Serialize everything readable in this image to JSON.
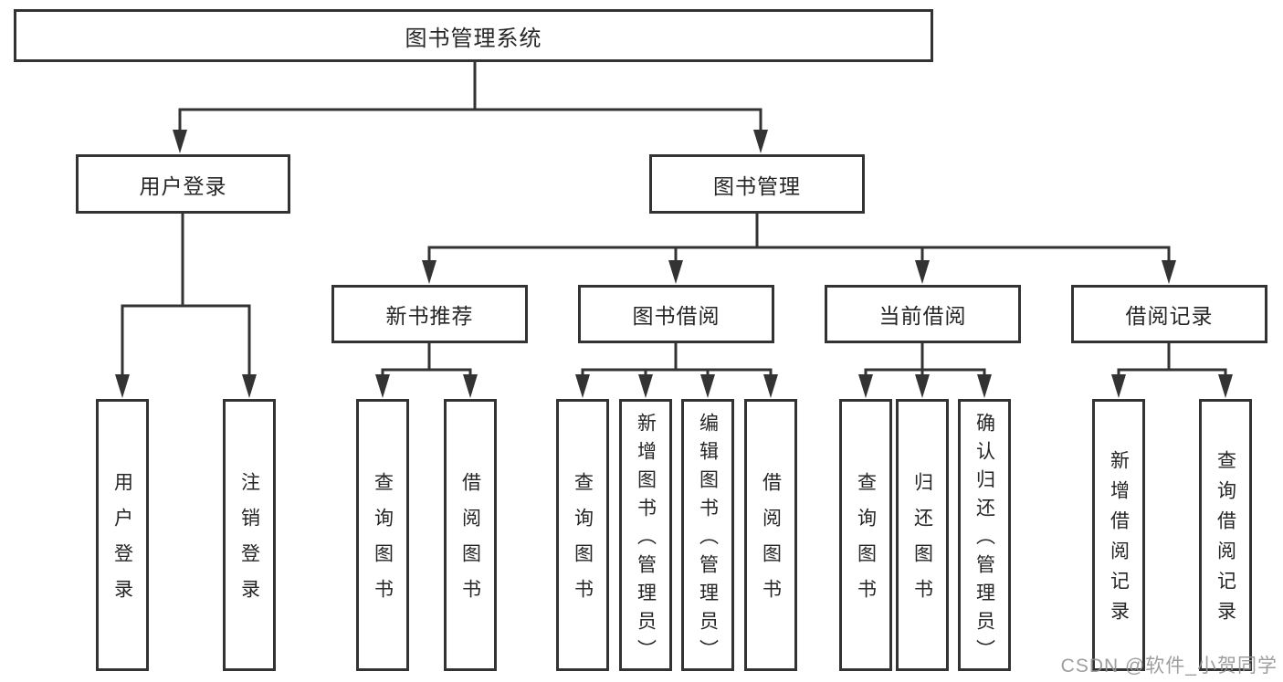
{
  "diagram": {
    "title": "图书管理系统",
    "nodes": {
      "root": "图书管理系统",
      "user_login": "用户登录",
      "book_mgmt": "图书管理",
      "new_books": "新书推荐",
      "book_borrow": "图书借阅",
      "current_borrow": "当前借阅",
      "borrow_records": "借阅记录",
      "leaf_user_login": "用户登录",
      "leaf_logout": "注销登录",
      "leaf_nb_query": "查询图书",
      "leaf_nb_borrow": "借阅图书",
      "leaf_bb_query": "查询图书",
      "leaf_bb_add": "新增图书（管理员）",
      "leaf_bb_edit": "编辑图书（管理员）",
      "leaf_bb_borrow": "借阅图书",
      "leaf_cb_query": "查询图书",
      "leaf_cb_return": "归还图书",
      "leaf_cb_confirm": "确认归还（管理员）",
      "leaf_br_add": "新增借阅记录",
      "leaf_br_query": "查询借阅记录"
    },
    "hierarchy": {
      "root": [
        "user_login",
        "book_mgmt"
      ],
      "user_login": [
        "leaf_user_login",
        "leaf_logout"
      ],
      "book_mgmt": [
        "new_books",
        "book_borrow",
        "current_borrow",
        "borrow_records"
      ],
      "new_books": [
        "leaf_nb_query",
        "leaf_nb_borrow"
      ],
      "book_borrow": [
        "leaf_bb_query",
        "leaf_bb_add",
        "leaf_bb_edit",
        "leaf_bb_borrow"
      ],
      "current_borrow": [
        "leaf_cb_query",
        "leaf_cb_return",
        "leaf_cb_confirm"
      ],
      "borrow_records": [
        "leaf_br_add",
        "leaf_br_query"
      ]
    },
    "colors": {
      "line": "#333333",
      "text": "#262626",
      "watermark": "#949494",
      "background": "#ffffff"
    },
    "watermark": "CSDN @软件_小贺同学"
  }
}
